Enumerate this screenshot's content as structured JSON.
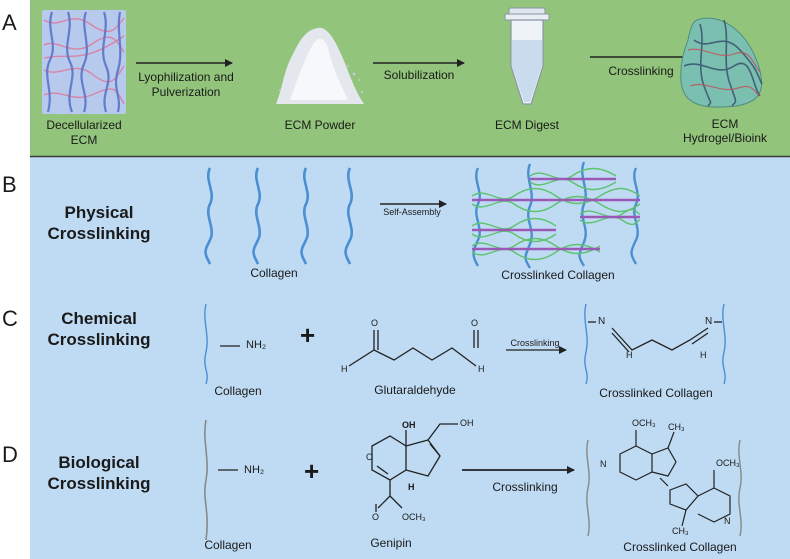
{
  "panel_a": {
    "letter": "A",
    "step1": "Decellularized\nECM",
    "arrow1": "Lyophilization and\nPulverization",
    "step2": "ECM Powder",
    "arrow2": "Solubilization",
    "step3": "ECM Digest",
    "arrow3": "Crosslinking",
    "step4": "ECM\nHydrogel/Bioink"
  },
  "panel_b": {
    "letter": "B",
    "title": "Physical\nCrosslinking",
    "left_label": "Collagen",
    "arrow": "Self-Assembly",
    "right_label": "Crosslinked Collagen"
  },
  "panel_c": {
    "letter": "C",
    "title": "Chemical\nCrosslinking",
    "nh2": "NH₂",
    "plus": "+",
    "left_label": "Collagen",
    "reagent": "Glutaraldehyde",
    "arrow": "Crosslinking",
    "right_label": "Crosslinked Collagen",
    "atoms": {
      "o": "O",
      "h": "H",
      "n": "N"
    }
  },
  "panel_d": {
    "letter": "D",
    "title": "Biological\nCrosslinking",
    "nh2": "NH₂",
    "plus": "+",
    "left_label": "Collagen",
    "reagent": "Genipin",
    "arrow": "Crosslinking",
    "right_label": "Crosslinked Collagen",
    "atoms": {
      "oh": "OH",
      "o": "O",
      "h": "H",
      "och3": "OCH₃",
      "ch3": "CH₃",
      "n": "N"
    }
  },
  "colors": {
    "panel_a_bg": "#92c47c",
    "panel_bcd_bg": "#bfdbf3",
    "collagen": "#4a8fd4",
    "crosslink": "#9b59b6",
    "helix": "#5cc46c"
  }
}
